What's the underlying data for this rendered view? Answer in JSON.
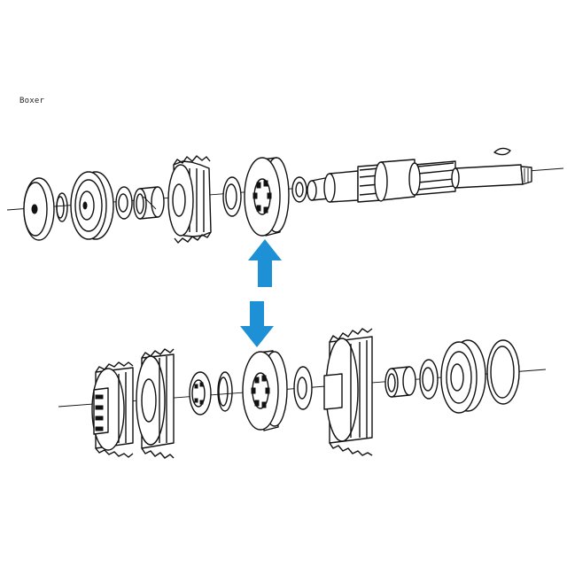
{
  "caption": "Boxer",
  "colors": {
    "ink": "#111111",
    "arrow": "#1e90d6",
    "paper": "#ffffff"
  },
  "diagram": {
    "kind": "exploded gearbox shaft assembly",
    "upper_shaft_parts": [
      "end-washer",
      "circlip",
      "ball-bearing",
      "thrust-washer",
      "needle-sleeve",
      "gear-small",
      "spacer-ring",
      "shift-collar-upper",
      "shim",
      "splined-shaft",
      "woodruff-key"
    ],
    "lower_shaft_parts": [
      "double-gear-left",
      "gear-medium",
      "splined-ring",
      "circlip",
      "shift-collar-lower",
      "thrust-washer",
      "gear-large",
      "needle-sleeve",
      "spacer-ring",
      "ball-bearing",
      "large-shim"
    ],
    "arrows": [
      {
        "direction": "up",
        "from": "lower-collar",
        "to": "upper-collar"
      },
      {
        "direction": "down",
        "from": "upper-collar",
        "to": "lower-collar"
      }
    ]
  }
}
